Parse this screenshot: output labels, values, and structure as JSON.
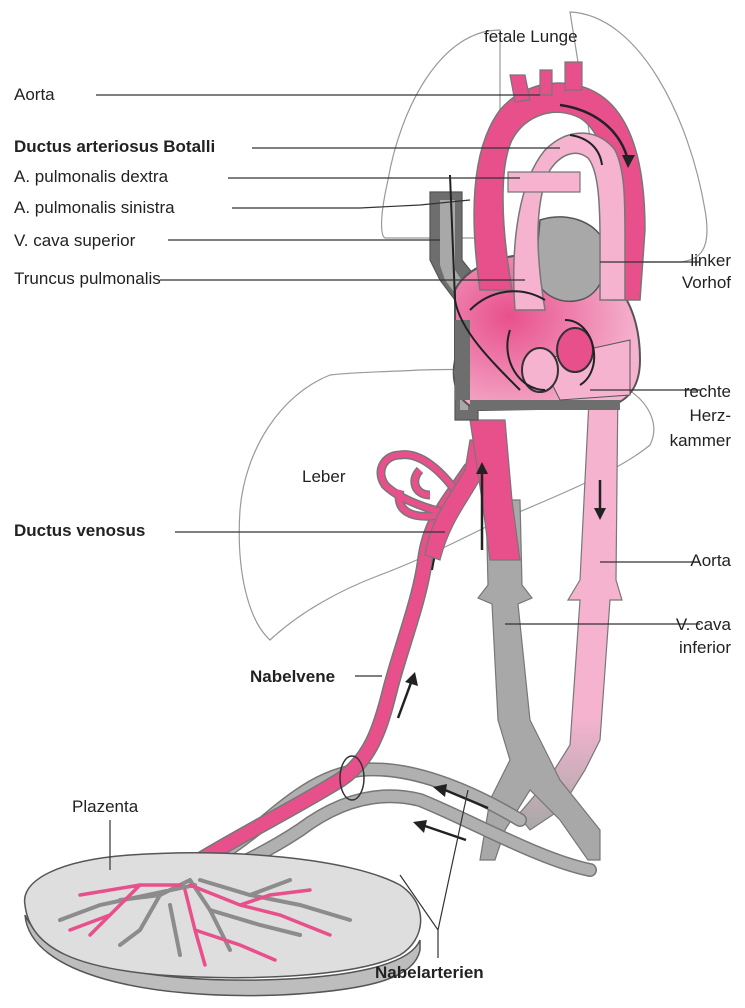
{
  "labels": {
    "fetale_lunge": "fetale Lunge",
    "aorta_top": "Aorta",
    "ductus_arteriosus": "Ductus arteriosus Botalli",
    "a_pulm_dextra": "A. pulmonalis dextra",
    "a_pulm_sinistra": "A. pulmonalis sinistra",
    "v_cava_superior": "V. cava superior",
    "truncus_pulmonalis": "Truncus pulmonalis",
    "linker_vorhof_1": "linker",
    "linker_vorhof_2": "Vorhof",
    "rechte_herzkammer_1": "rechte",
    "rechte_herzkammer_2": "Herz-",
    "rechte_herzkammer_3": "kammer",
    "leber": "Leber",
    "ductus_venosus": "Ductus venosus",
    "aorta_right": "Aorta",
    "v_cava_inferior_1": "V. cava",
    "v_cava_inferior_2": "inferior",
    "nabelvene": "Nabelvene",
    "plazenta": "Plazenta",
    "nabelarterien": "Nabelarterien"
  },
  "colors": {
    "oxygenated": "#e8508c",
    "mixed": "#f5b3cf",
    "deoxygenated": "#9a9a9a",
    "dark_gray": "#6e6e6e",
    "outline": "#777777",
    "organ_fill": "#ffffff"
  }
}
